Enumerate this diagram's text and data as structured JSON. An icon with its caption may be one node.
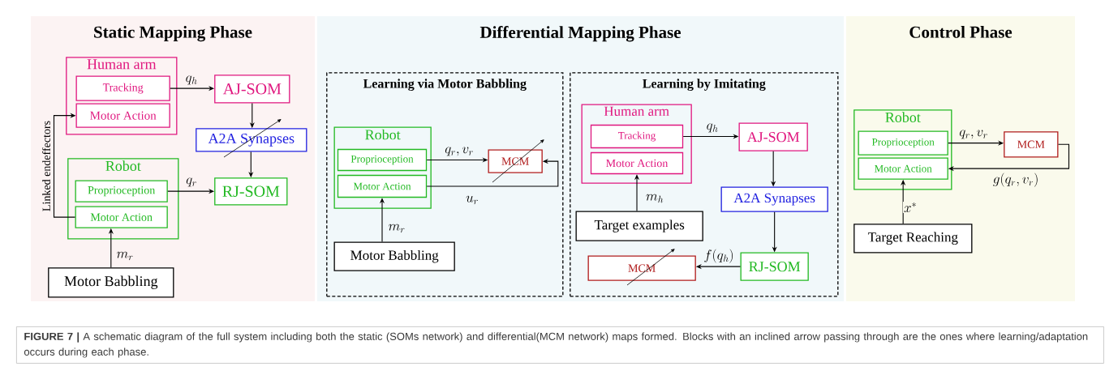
{
  "diagram": {
    "caption": "**FIGURE 7 |** A schematic diagram of the full system including both the static (SOMs network) and differential(MCM network) maps formed. Blocks with an inclined arrow passing through are the ones where learning/adaptation occurs during each phase.",
    "nodes": [
      {
        "text": [
          "Static Mapping Phase"
        ]
      },
      {
        "text": [
          "Human arm"
        ],
        "in": 0
      },
      {
        "text": [
          "Tracking"
        ],
        "in": 1
      },
      {
        "text": [
          "Motor Action"
        ],
        "in": 1
      },
      {
        "text": [
          "AJ-SOM"
        ],
        "in": 0
      },
      {
        "text": [
          "A2A Synapses"
        ],
        "in": 0
      },
      {
        "text": [
          "Robot"
        ],
        "in": 0
      },
      {
        "text": [
          "Proprioception"
        ],
        "in": 6
      },
      {
        "text": [
          "Motor Action"
        ],
        "in": 6
      },
      {
        "text": [
          "RJ-SOM"
        ],
        "in": 0
      },
      {
        "text": [
          "Motor Babbling"
        ],
        "in": 0
      },
      {
        "text": [
          "Differential Mapping Phase"
        ]
      },
      {
        "text": [
          "Learning via Motor Babbling"
        ],
        "in": 11
      },
      {
        "text": [
          "Robot"
        ],
        "in": 12
      },
      {
        "text": [
          "Proprioception"
        ],
        "in": 13
      },
      {
        "text": [
          "Motor Action"
        ],
        "in": 13
      },
      {
        "text": [
          "MCM"
        ],
        "in": 12
      },
      {
        "text": [
          "Motor Babbling"
        ],
        "in": 12
      },
      {
        "text": [
          "Learning by Imitating"
        ],
        "in": 11
      },
      {
        "text": [
          "Human arm"
        ],
        "in": 18
      },
      {
        "text": [
          "Tracking"
        ],
        "in": 19
      },
      {
        "text": [
          "Motor Action"
        ],
        "in": 19
      },
      {
        "text": [
          "AJ-SOM"
        ],
        "in": 18
      },
      {
        "text": [
          "A2A Synapses"
        ],
        "in": 18
      },
      {
        "text": [
          "Target examples"
        ],
        "in": 18
      },
      {
        "text": [
          "MCM"
        ],
        "in": 18
      },
      {
        "text": [
          "RJ-SOM"
        ],
        "in": 18
      },
      {
        "text": [
          "Control Phase"
        ]
      },
      {
        "text": [
          "Robot"
        ],
        "in": 27
      },
      {
        "text": [
          "Proprioception"
        ],
        "in": 28
      },
      {
        "text": [
          "Motor Action"
        ],
        "in": 28
      },
      {
        "text": [
          "MCM"
        ],
        "in": 27
      },
      {
        "text": [
          "Target Reaching"
        ],
        "in": 27
      }
    ],
    "edges": [
      {
        "from": 2,
        "to": 4,
        "arrow": "to",
        "label": "q_h"
      },
      {
        "from": 4,
        "to": 5,
        "arrow": "to"
      },
      {
        "from": 5,
        "to": 9,
        "arrow": "to"
      },
      {
        "from": 7,
        "to": 9,
        "arrow": "to",
        "label": "q_r"
      },
      {
        "from": 8,
        "to": 3,
        "arrow": "to",
        "label": "Linked endeffectors"
      },
      {
        "from": 10,
        "to": 8,
        "arrow": "to",
        "label": "m_r"
      },
      {
        "from": 14,
        "to": 16,
        "arrow": "to",
        "label": "q_r, v_r"
      },
      {
        "from": 15,
        "to": 16,
        "arrow": "to",
        "label": "u_r"
      },
      {
        "from": 17,
        "to": 15,
        "arrow": "to",
        "label": "m_r"
      },
      {
        "from": 20,
        "to": 22,
        "arrow": "to",
        "label": "q_h"
      },
      {
        "from": 22,
        "to": 23,
        "arrow": "to"
      },
      {
        "from": 23,
        "to": 26,
        "arrow": "to"
      },
      {
        "from": 26,
        "to": 25,
        "arrow": "to",
        "label": "f(q_h)"
      },
      {
        "from": 24,
        "to": 21,
        "arrow": "to",
        "label": "m_h"
      },
      {
        "from": 29,
        "to": 31,
        "arrow": "to",
        "label": "q_r, v_r"
      },
      {
        "from": 31,
        "to": 30,
        "arrow": "to",
        "label": "g(q_r, v_r)"
      },
      {
        "from": 32,
        "to": 30,
        "arrow": "to",
        "label": "x^*"
      }
    ]
  }
}
